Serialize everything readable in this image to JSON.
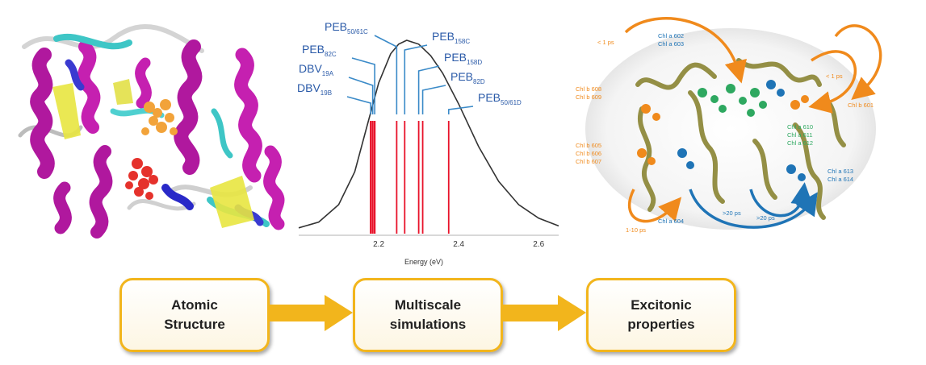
{
  "workflow": {
    "step1": "Atomic\nStructure",
    "step2": "Multiscale\nsimulations",
    "step3": "Excitonic\nproperties"
  },
  "colors": {
    "accent_box": "#f2b51c",
    "stick_red": "#e8122a",
    "label_blue": "#2a5aa8",
    "orange": "#f08a1c",
    "blue": "#1f74b6",
    "green": "#2ea860"
  },
  "chart_data": {
    "type": "line",
    "title": "",
    "xlabel": "Energy (eV)",
    "ylabel": "",
    "xlim": [
      2.0,
      2.65
    ],
    "ylim": [
      0,
      1
    ],
    "xticks": [
      "2.2",
      "2.4",
      "2.6"
    ],
    "series": [
      {
        "x": [
          2.0,
          2.05,
          2.1,
          2.14,
          2.17,
          2.2,
          2.23,
          2.25,
          2.27,
          2.3,
          2.33,
          2.36,
          2.4,
          2.45,
          2.5,
          2.55,
          2.6,
          2.65
        ],
        "values": [
          0.03,
          0.06,
          0.15,
          0.32,
          0.55,
          0.78,
          0.93,
          0.98,
          1.0,
          0.98,
          0.92,
          0.83,
          0.67,
          0.45,
          0.27,
          0.15,
          0.08,
          0.04
        ]
      }
    ],
    "sticks": [
      {
        "label": "DBV",
        "sub": "19B",
        "x": 2.18
      },
      {
        "label": "DBV",
        "sub": "19A",
        "x": 2.185
      },
      {
        "label": "PEB",
        "sub": "82C",
        "x": 2.19
      },
      {
        "label": "PEB",
        "sub": "50/61C",
        "x": 2.245
      },
      {
        "label": "PEB",
        "sub": "158C",
        "x": 2.265
      },
      {
        "label": "PEB",
        "sub": "158D",
        "x": 2.3
      },
      {
        "label": "PEB",
        "sub": "82D",
        "x": 2.31
      },
      {
        "label": "PEB",
        "sub": "50/61D",
        "x": 2.375
      }
    ]
  },
  "complex": {
    "orange_times": [
      "< 1 ps",
      "< 1 ps",
      "1-10 ps"
    ],
    "blue_times": [
      ">20 ps",
      ">20 ps"
    ],
    "labels_blue_top": [
      "Chl a 602",
      "Chl a 603"
    ],
    "labels_orange_left1": [
      "Chl b 608",
      "Chl b 609"
    ],
    "labels_orange_left2": [
      "Chl b 605",
      "Chl b 606",
      "Chl b 607"
    ],
    "label_orange_right": "Chl b 601",
    "labels_green": [
      "Chl a 610",
      "Chl a 611",
      "Chl a 612"
    ],
    "labels_blue_right": [
      "Chl a 613",
      "Chl a 614"
    ],
    "label_blue_bottom": "Chl a 604"
  }
}
